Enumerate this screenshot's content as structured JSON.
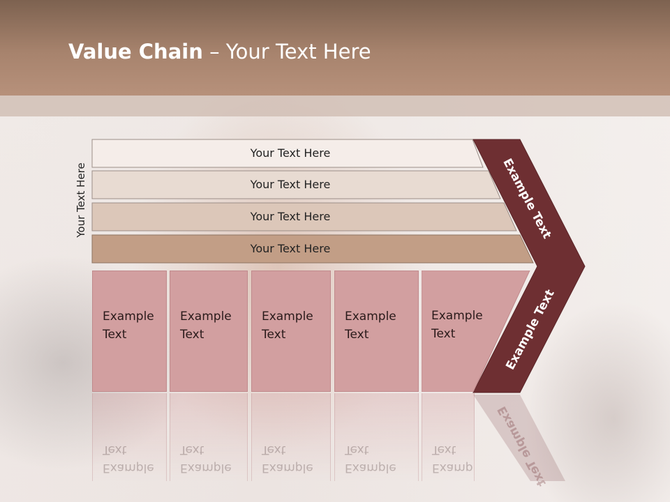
{
  "title": {
    "bold": "Value Chain",
    "rest": " – Your Text Here"
  },
  "side_label": "Your Text Here",
  "rows": [
    {
      "label": "Your Text Here",
      "fill": "#f5ede9"
    },
    {
      "label": "Your Text Here",
      "fill": "#e8dbd2"
    },
    {
      "label": "Your Text Here",
      "fill": "#dcc7b9"
    },
    {
      "label": "Your Text Here",
      "fill": "#c29e86"
    }
  ],
  "boxes": [
    {
      "line1": "Example",
      "line2": "Text"
    },
    {
      "line1": "Example",
      "line2": "Text"
    },
    {
      "line1": "Example",
      "line2": "Text"
    },
    {
      "line1": "Example",
      "line2": "Text"
    },
    {
      "line1": "Example",
      "line2": "Text"
    }
  ],
  "chevron": {
    "upper_label": "Example Text",
    "lower_label": "Example Text",
    "color": "#6e2f32"
  }
}
